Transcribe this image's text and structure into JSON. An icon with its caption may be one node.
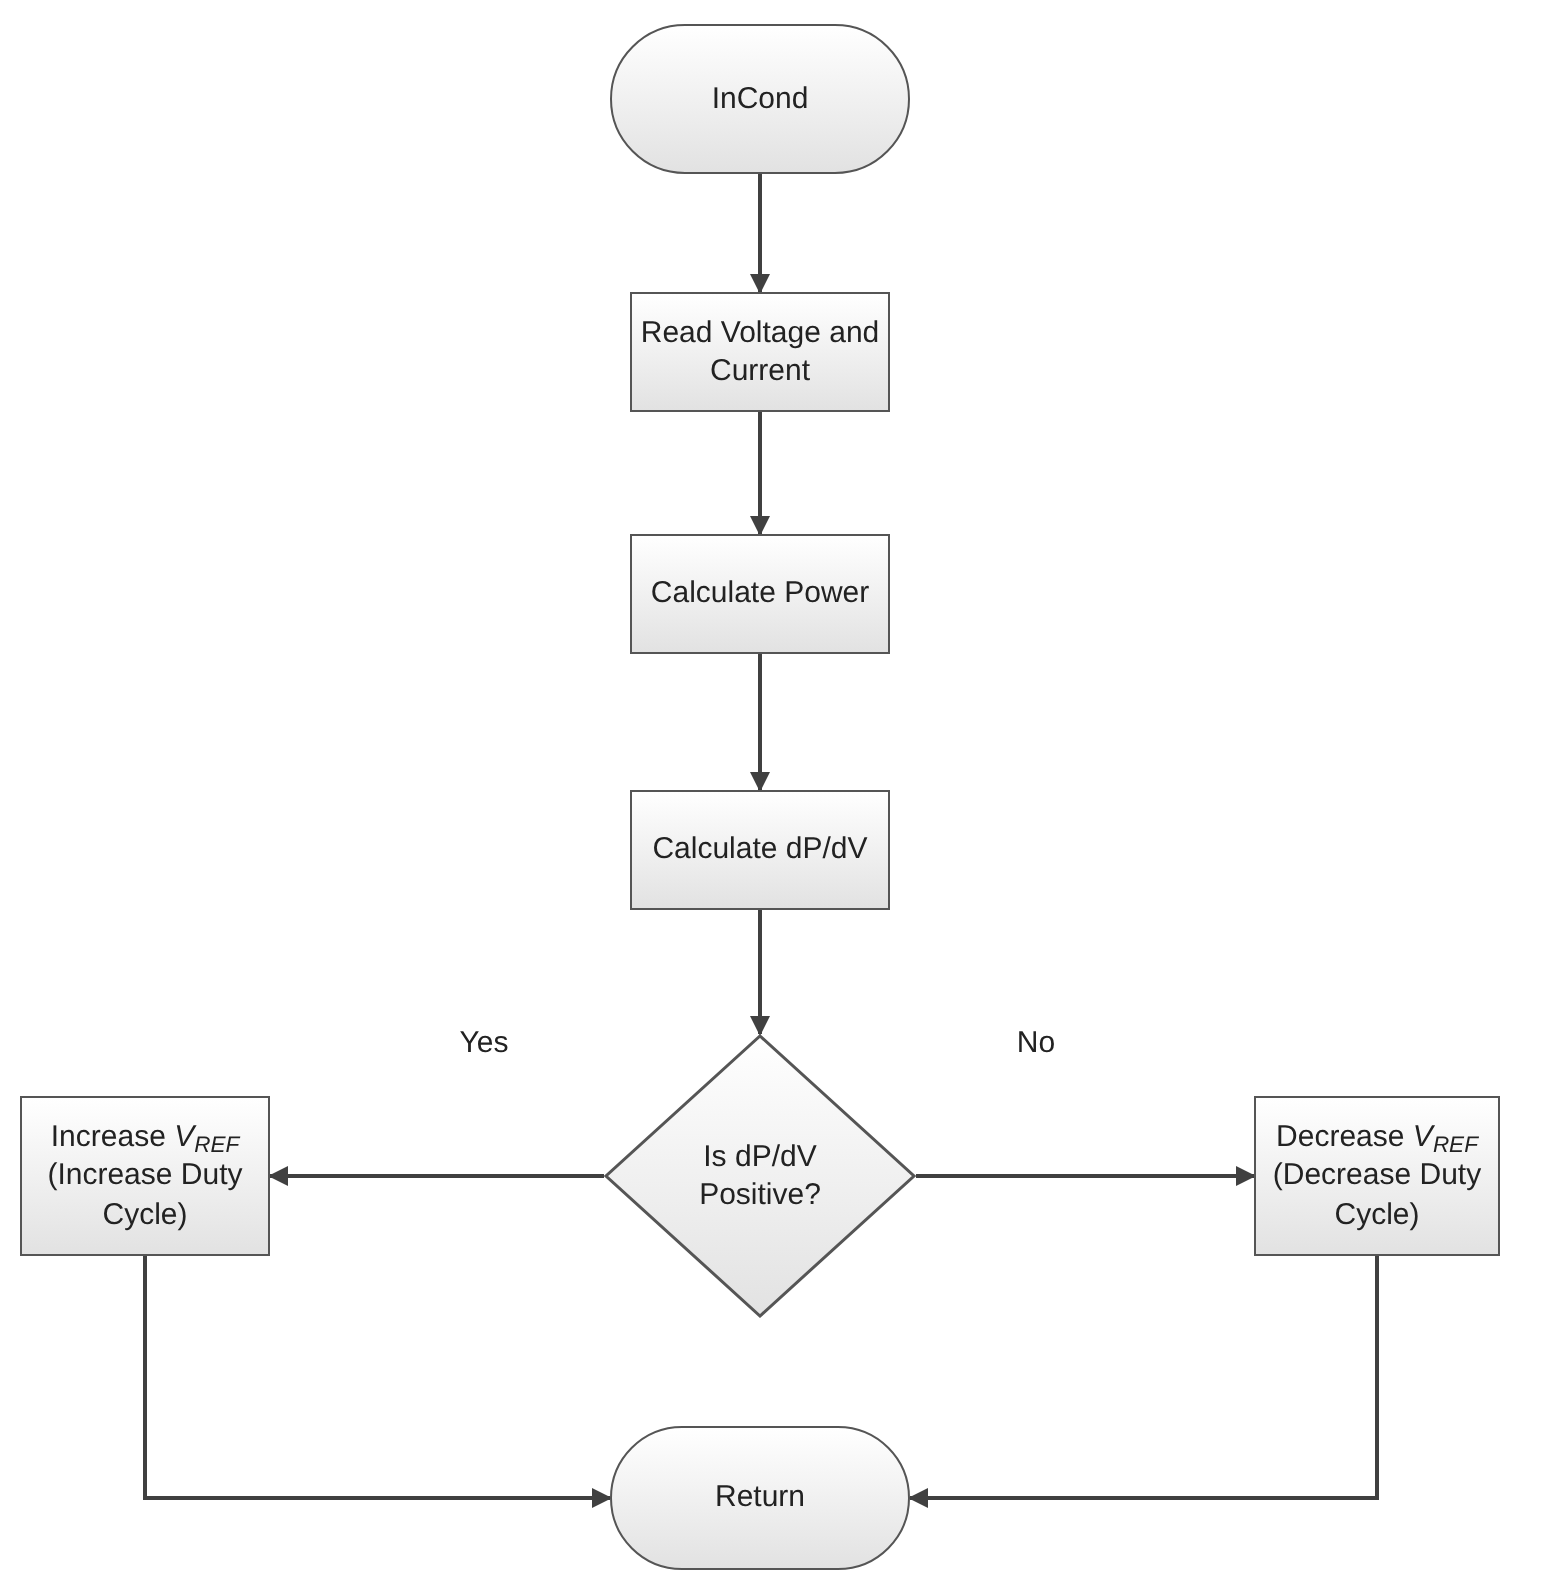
{
  "diagram": {
    "nodes": [
      {
        "text": [
          "InCond"
        ]
      },
      {
        "text": [
          "Read Voltage and Current"
        ]
      },
      {
        "text": [
          "Calculate Power"
        ]
      },
      {
        "text": [
          "Calculate dP/dV"
        ]
      },
      {
        "text": [
          "Is dP/dV Positive?"
        ]
      },
      {
        "text": [
          "Increase *V*$_{REF}$ (Increase Duty Cycle)"
        ]
      },
      {
        "text": [
          "Decrease *V*$_{REF}$ (Decrease Duty Cycle)"
        ]
      },
      {
        "text": [
          "Return"
        ]
      }
    ],
    "edges": [
      {
        "from": 0,
        "to": 1,
        "arrow": "to"
      },
      {
        "from": 1,
        "to": 2,
        "arrow": "to"
      },
      {
        "from": 2,
        "to": 3,
        "arrow": "to"
      },
      {
        "from": 3,
        "to": 4,
        "arrow": "to"
      },
      {
        "from": 4,
        "to": 5,
        "arrow": "to",
        "label": "Yes"
      },
      {
        "from": 4,
        "to": 6,
        "arrow": "to",
        "label": "No"
      },
      {
        "from": 5,
        "to": 7,
        "arrow": "to"
      },
      {
        "from": 6,
        "to": 7,
        "arrow": "to"
      }
    ]
  }
}
